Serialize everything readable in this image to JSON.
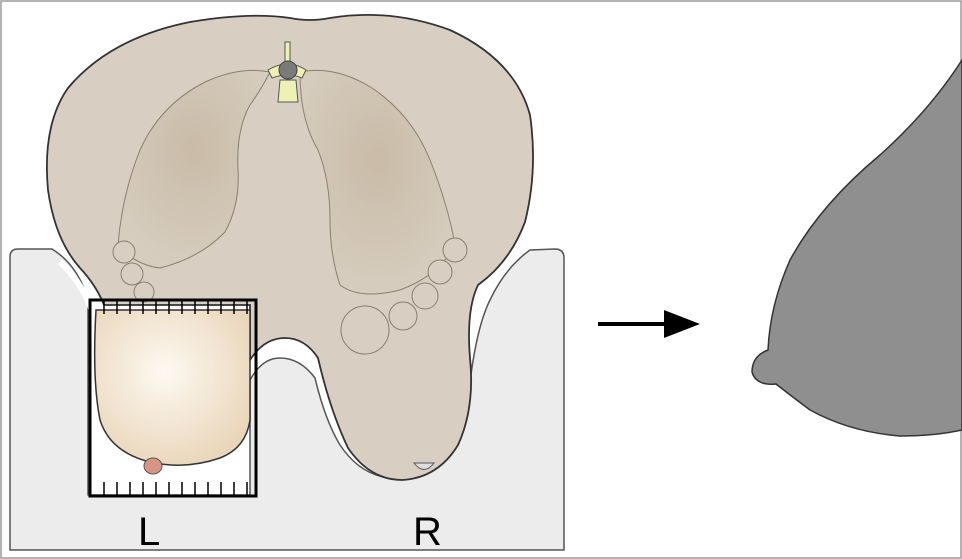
{
  "labels": {
    "left": "L",
    "right": "R"
  },
  "colors": {
    "frame_border": "#9a9a9a",
    "board_fill": "#ececec",
    "board_stroke": "#555555",
    "torso_fill": "#d8cfc2",
    "torso_stroke": "#333333",
    "bone_fill": "#eef0b4",
    "vertebra_fill": "#7a7a7a",
    "breast_left_light": "#fbf5ea",
    "breast_left_dark": "#ead7bc",
    "nipple_left": "#d99583",
    "arrow": "#000000",
    "profile_fill": "#8f8f8f"
  },
  "icons": {
    "arrow": "right-arrow-icon",
    "profile": "breast-profile-silhouette"
  }
}
